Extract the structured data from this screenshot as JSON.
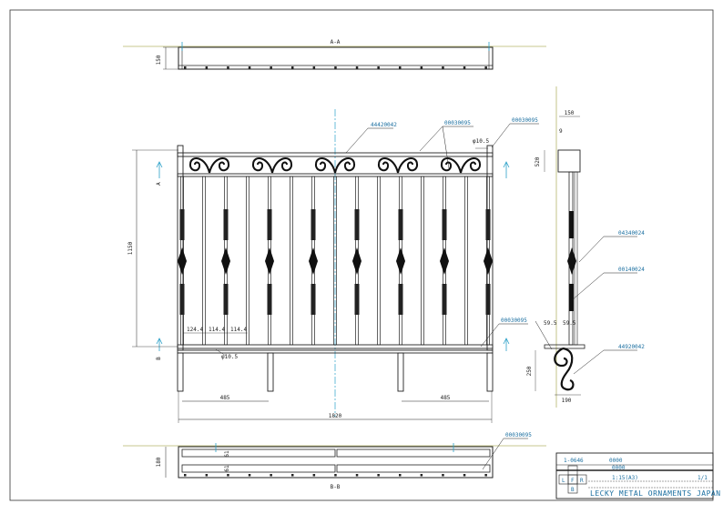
{
  "sections": {
    "top_label": "A-A",
    "bottom_label": "B-B",
    "mark_a": "A",
    "mark_b": "B"
  },
  "dimensions": {
    "top_height": "150",
    "front_height": "1150",
    "total_width": "1820",
    "leg_left": "485",
    "leg_right": "485",
    "spacing_1": "124.4",
    "spacing_2": "114.4",
    "spacing_3": "114.4",
    "hole_top": "φ10.5",
    "hole_bottom": "φ10.5",
    "side_top_width": "150",
    "side_small": "9",
    "side_bracket": "520",
    "side_bottom_1": "59.5",
    "side_bottom_2": "59.5",
    "side_lower_height": "250",
    "side_bottom_width": "190",
    "plan_height": "180",
    "plan_1": "61",
    "plan_2": "61"
  },
  "part_labels": {
    "top_rail": "44420042",
    "scroll_1": "00030095",
    "post_cap": "00030095",
    "side_finial": "04340024",
    "side_bar": "00140024",
    "base_rail": "00030095",
    "side_scroll": "44920042",
    "plan_rail": "00030095"
  },
  "title_block": {
    "drawing_no": "1-0646",
    "name_value": "0000",
    "scale_value": "0000",
    "scale_label": "1:15(A3)",
    "sheet": "1/1",
    "proj_l": "L",
    "proj_f": "F",
    "proj_r": "R",
    "proj_b": "B",
    "company": "LECKY METAL ORNAMENTS JAPAN"
  }
}
